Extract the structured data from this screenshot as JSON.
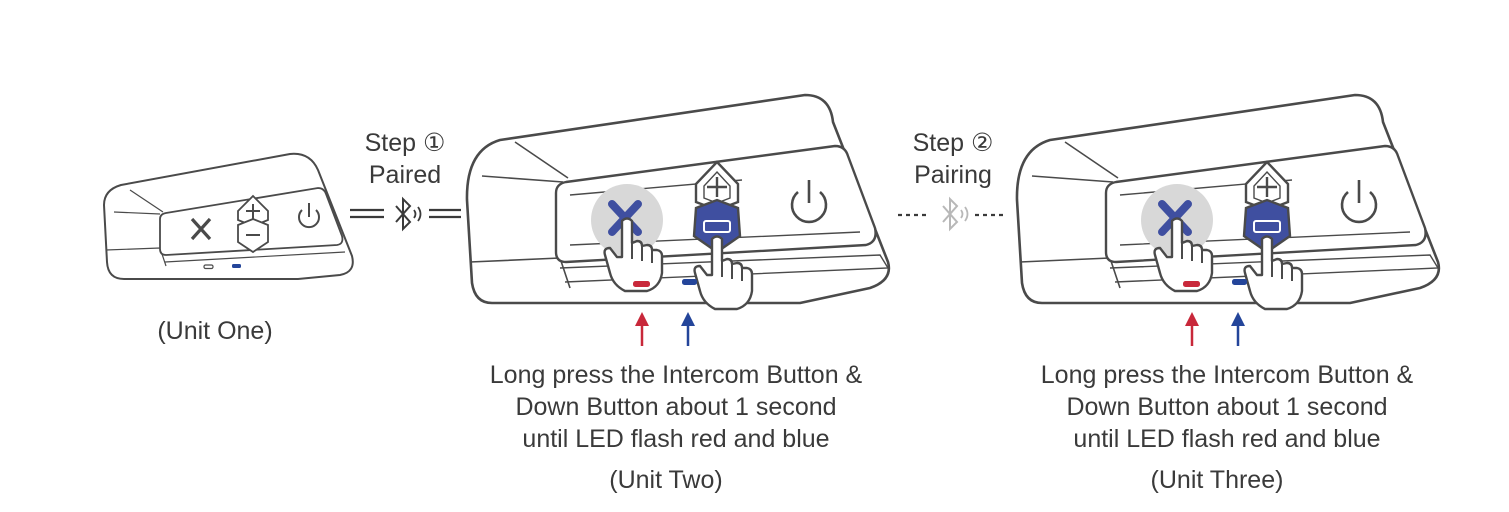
{
  "colors": {
    "line": "#4a4a4a",
    "accent_red": "#c8283a",
    "accent_blue": "#24459a",
    "button_blue": "#3f4fa0",
    "highlight": "#d8d8d8"
  },
  "icons": [
    "bluetooth-icon",
    "intercom-x-icon",
    "plus-icon",
    "minus-icon",
    "power-icon",
    "pointing-hand-icon",
    "up-arrow-icon"
  ],
  "unit_one": {
    "label": "(Unit One)"
  },
  "step1": {
    "title": "Step ①",
    "status": "Paired"
  },
  "step2": {
    "title": "Step ②",
    "status": "Pairing"
  },
  "unit_two": {
    "instruction": [
      "Long press the Intercom Button &",
      "Down Button about 1 second",
      "until LED flash red and blue"
    ],
    "label": "(Unit Two)"
  },
  "unit_three": {
    "instruction": [
      "Long press the Intercom Button &",
      "Down Button about 1 second",
      "until LED flash red and blue"
    ],
    "label": "(Unit Three)"
  }
}
